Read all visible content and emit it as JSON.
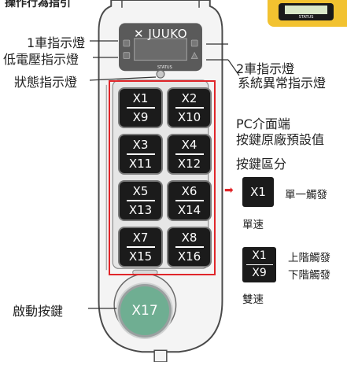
{
  "top_caption": "操作行為指引",
  "thumbnail_status": "STATUS",
  "remote": {
    "brand": "JUUKO",
    "status_label": "STATUS",
    "start_button": "X17"
  },
  "labels": {
    "car1_indicator": "1車指示燈",
    "low_voltage": "低電壓指示燈",
    "status_indicator": "狀態指示燈",
    "start_key": "啟動按鍵",
    "car2_indicator": "2車指示燈",
    "system_error": "系統異常指示燈"
  },
  "keys": [
    {
      "top": "X1",
      "bottom": "X9"
    },
    {
      "top": "X2",
      "bottom": "X10"
    },
    {
      "top": "X3",
      "bottom": "X11"
    },
    {
      "top": "X4",
      "bottom": "X12"
    },
    {
      "top": "X5",
      "bottom": "X13"
    },
    {
      "top": "X6",
      "bottom": "X14"
    },
    {
      "top": "X7",
      "bottom": "X15"
    },
    {
      "top": "X8",
      "bottom": "X16"
    }
  ],
  "legend": {
    "pc_line1": "PC介面端",
    "pc_line2": "按鍵原廠預設值",
    "section_title": "按鍵區分",
    "single_key": "X1",
    "single_trigger": "單一觸發",
    "single_speed": "單速",
    "dual_top": "X1",
    "dual_bottom": "X9",
    "upper_trigger": "上階觸發",
    "lower_trigger": "下階觸發",
    "dual_speed": "雙速"
  },
  "colors": {
    "highlight": "#e0262a",
    "key": "#1b1b1b",
    "start_button": "#6fae92",
    "accent_yellow": "#f2c230"
  }
}
